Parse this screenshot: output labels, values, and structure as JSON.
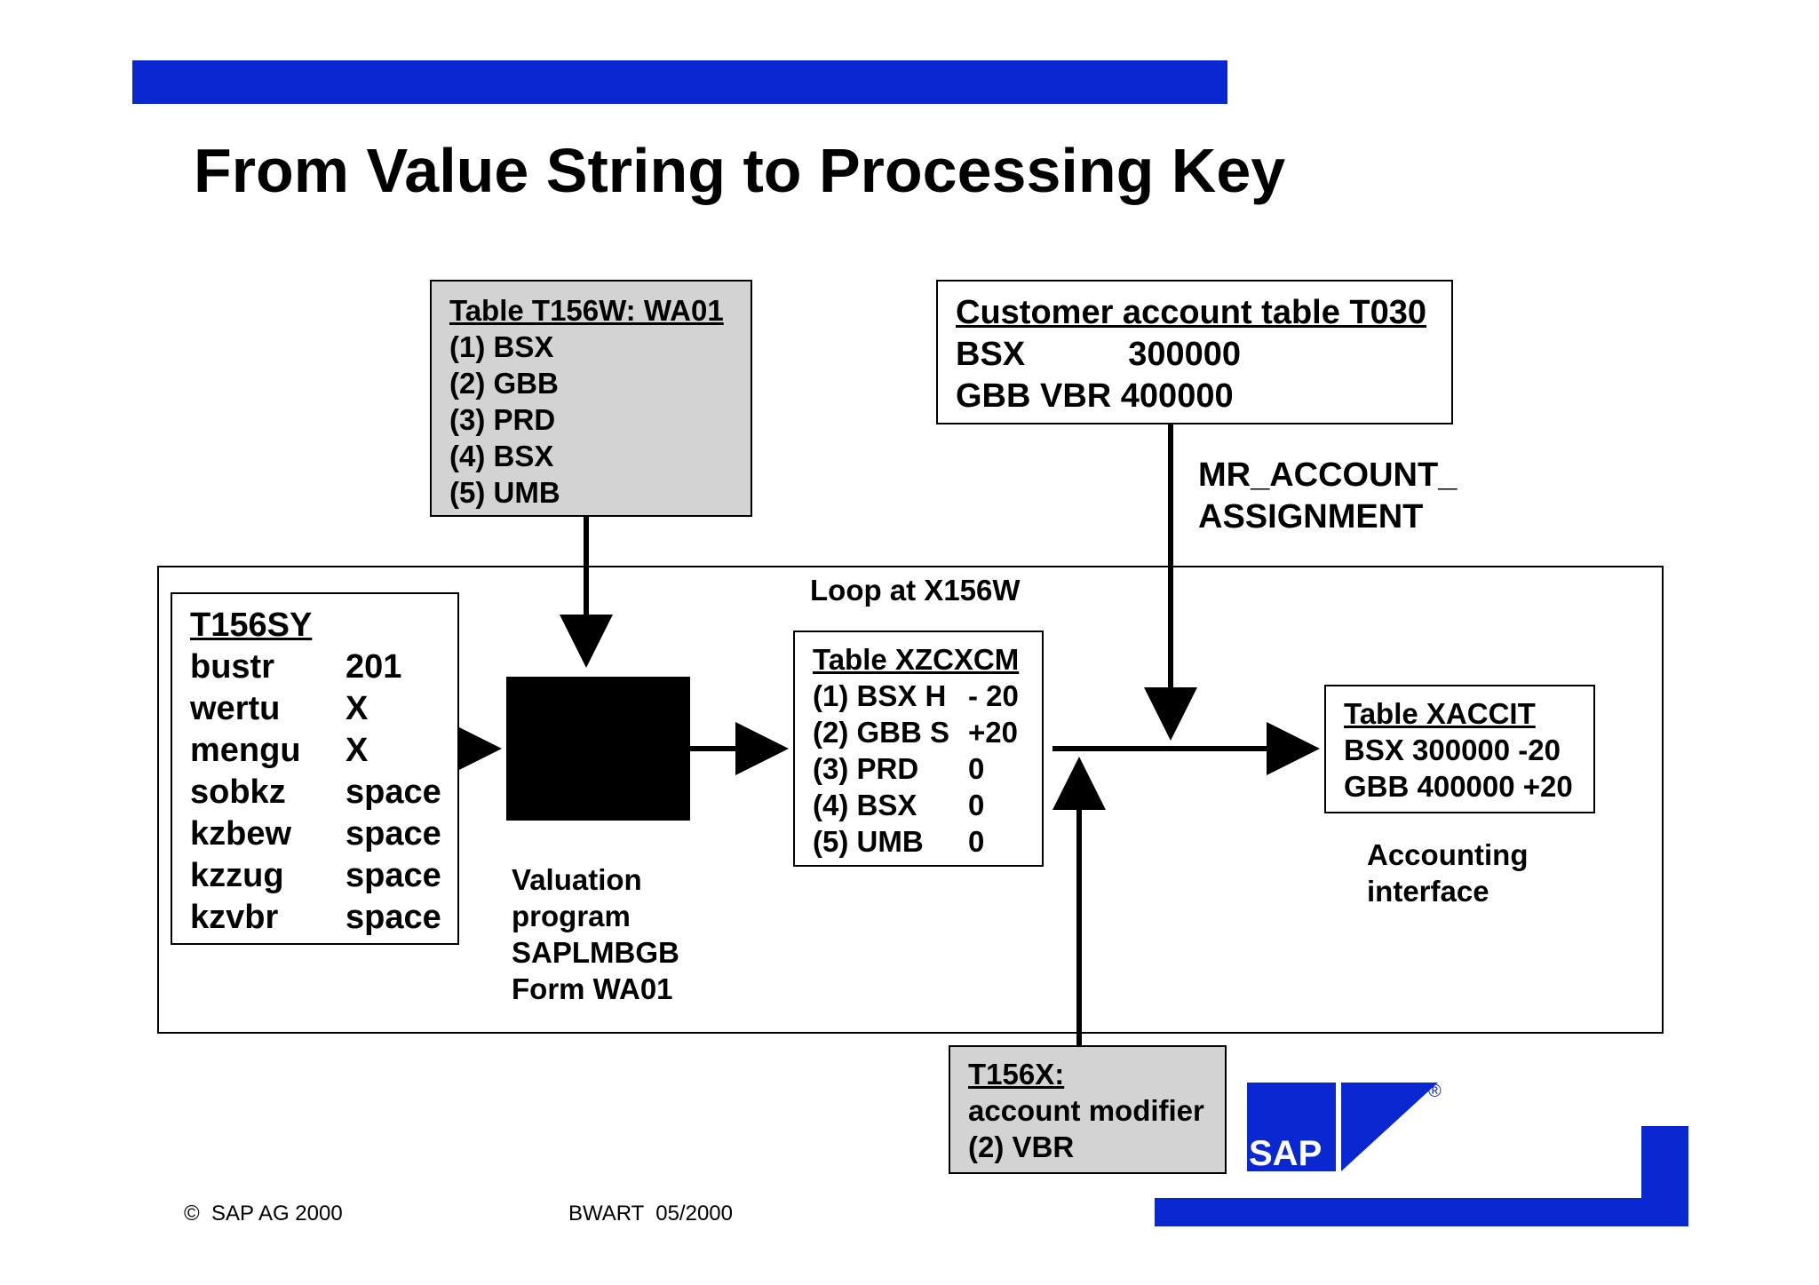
{
  "slide": {
    "title": "From Value String to Processing Key",
    "accent_color": "#0a28d2"
  },
  "t156w": {
    "header": "Table T156W: WA01",
    "rows": [
      "(1) BSX",
      "(2) GBB",
      "(3) PRD",
      "(4) BSX",
      "(5) UMB"
    ]
  },
  "t030": {
    "header": "Customer account table T030",
    "rows": [
      "BSX           300000",
      "GBB VBR 400000"
    ]
  },
  "mr_account": {
    "line1": "MR_ACCOUNT_",
    "line2": "ASSIGNMENT"
  },
  "loop": {
    "label": "Loop at X156W"
  },
  "t156sy": {
    "header": "T156SY",
    "rows": [
      {
        "key": "bustr",
        "value": "201"
      },
      {
        "key": "wertu",
        "value": "X"
      },
      {
        "key": "mengu",
        "value": "X"
      },
      {
        "key": "sobkz",
        "value": "space"
      },
      {
        "key": "kzbew",
        "value": "space"
      },
      {
        "key": "kzzug",
        "value": "space"
      },
      {
        "key": "kzvbr",
        "value": "space"
      }
    ]
  },
  "valuation": {
    "lines": [
      "Valuation",
      "program",
      "SAPLMBGB",
      "Form WA01"
    ]
  },
  "xzcxcm": {
    "header": "Table XZCXCM",
    "rows": [
      {
        "key": "(1) BSX H",
        "value": "- 20"
      },
      {
        "key": "(2) GBB S",
        "value": "+20"
      },
      {
        "key": "(3) PRD",
        "value": "0"
      },
      {
        "key": "(4) BSX",
        "value": "0"
      },
      {
        "key": "(5) UMB",
        "value": "0"
      }
    ]
  },
  "xaccit": {
    "header": "Table XACCIT",
    "rows": [
      "BSX 300000 -20",
      "GBB 400000 +20"
    ]
  },
  "accounting_interface": {
    "line1": "Accounting",
    "line2": "interface"
  },
  "t156x": {
    "header": "T156X:",
    "rows": [
      "account modifier",
      "(2) VBR"
    ]
  },
  "logo": {
    "text": "SAP",
    "registered": "®"
  },
  "footer": {
    "copyright": "©  SAP AG 2000",
    "code": "BWART  05/2000"
  }
}
